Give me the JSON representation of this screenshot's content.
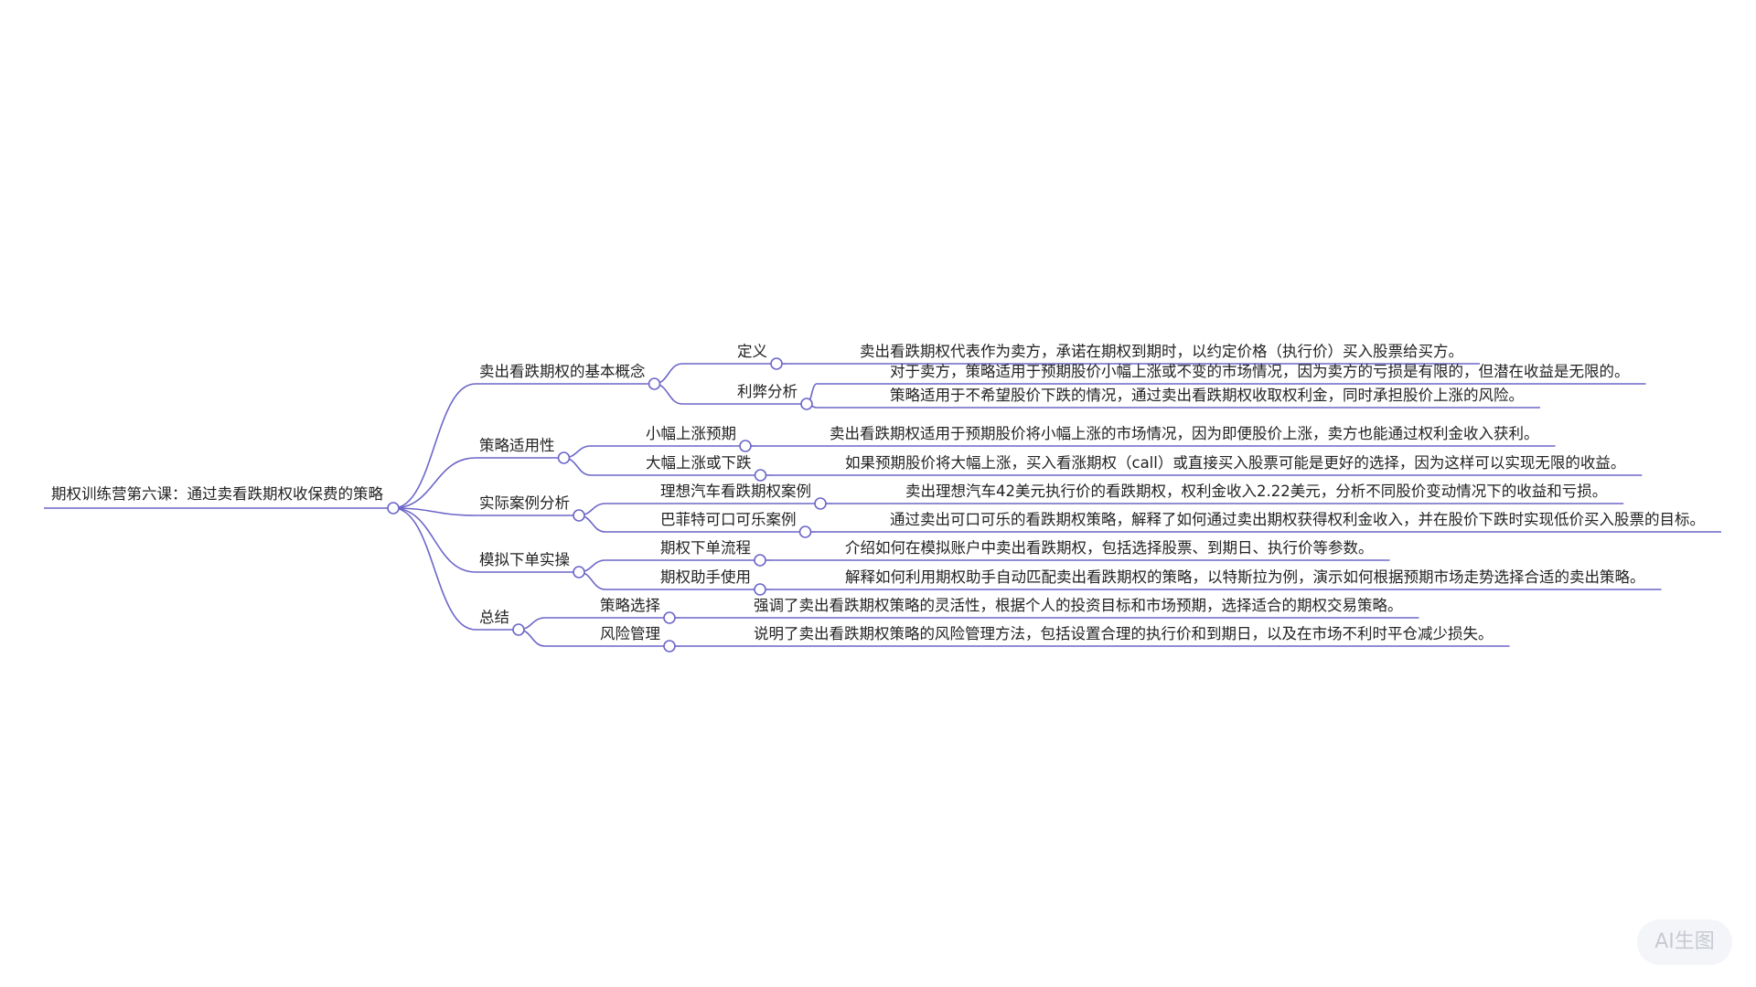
{
  "colors": {
    "line": "#6c66c8",
    "text": "#222222",
    "background": "#ffffff"
  },
  "mindmap": {
    "root": {
      "label": "期权训练营第六课：通过卖看跌期权收保费的策略",
      "children": [
        {
          "label": "卖出看跌期权的基本概念",
          "children": [
            {
              "label": "定义",
              "children": [
                {
                  "label": "卖出看跌期权代表作为卖方，承诺在期权到期时，以约定价格（执行价）买入股票给买方。"
                }
              ]
            },
            {
              "label": "利弊分析",
              "children": [
                {
                  "label": "对于卖方，策略适用于预期股价小幅上涨或不变的市场情况，因为卖方的亏损是有限的，但潜在收益是无限的。"
                },
                {
                  "label": "策略适用于不希望股价下跌的情况，通过卖出看跌期权收取权利金，同时承担股价上涨的风险。"
                }
              ]
            }
          ]
        },
        {
          "label": "策略适用性",
          "children": [
            {
              "label": "小幅上涨预期",
              "children": [
                {
                  "label": "卖出看跌期权适用于预期股价将小幅上涨的市场情况，因为即便股价上涨，卖方也能通过权利金收入获利。"
                }
              ]
            },
            {
              "label": "大幅上涨或下跌",
              "children": [
                {
                  "label": "如果预期股价将大幅上涨，买入看涨期权（call）或直接买入股票可能是更好的选择，因为这样可以实现无限的收益。"
                }
              ]
            }
          ]
        },
        {
          "label": "实际案例分析",
          "children": [
            {
              "label": "理想汽车看跌期权案例",
              "children": [
                {
                  "label": "卖出理想汽车42美元执行价的看跌期权，权利金收入2.22美元，分析不同股价变动情况下的收益和亏损。"
                }
              ]
            },
            {
              "label": "巴菲特可口可乐案例",
              "children": [
                {
                  "label": "通过卖出可口可乐的看跌期权策略，解释了如何通过卖出期权获得权利金收入，并在股价下跌时实现低价买入股票的目标。"
                }
              ]
            }
          ]
        },
        {
          "label": "模拟下单实操",
          "children": [
            {
              "label": "期权下单流程",
              "children": [
                {
                  "label": "介绍如何在模拟账户中卖出看跌期权，包括选择股票、到期日、执行价等参数。"
                }
              ]
            },
            {
              "label": "期权助手使用",
              "children": [
                {
                  "label": "解释如何利用期权助手自动匹配卖出看跌期权的策略，以特斯拉为例，演示如何根据预期市场走势选择合适的卖出策略。"
                }
              ]
            }
          ]
        },
        {
          "label": "总结",
          "children": [
            {
              "label": "策略选择",
              "children": [
                {
                  "label": "强调了卖出看跌期权策略的灵活性，根据个人的投资目标和市场预期，选择适合的期权交易策略。"
                }
              ]
            },
            {
              "label": "风险管理",
              "children": [
                {
                  "label": "说明了卖出看跌期权策略的风险管理方法，包括设置合理的执行价和到期日，以及在市场不利时平仓减少损失。"
                }
              ]
            }
          ]
        }
      ]
    }
  },
  "badge": {
    "label": "AI生图"
  }
}
